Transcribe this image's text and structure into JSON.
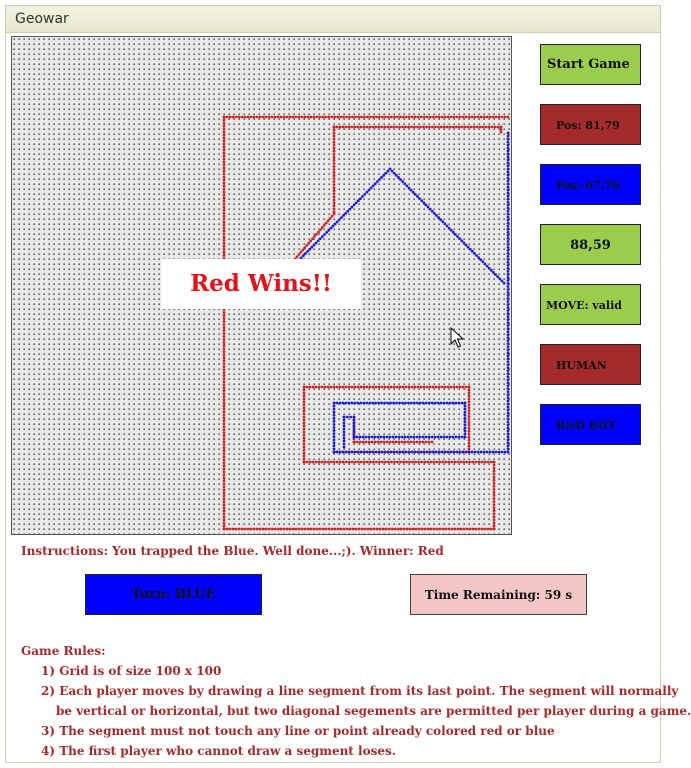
{
  "window": {
    "title": "Geowar"
  },
  "board": {
    "winner_message": "Red Wins!!",
    "colors": {
      "red": "#d21f1f",
      "blue": "#1c1cd8",
      "dot": "#1a1a1a",
      "background": "#e8e8e8"
    }
  },
  "controls": {
    "start_button": "Start Game",
    "red_pos": "Pos: 81,79",
    "blue_pos": "Pos: 67,76",
    "coords": "88,59",
    "move_status": "MOVE: valid",
    "red_player": "HUMAN",
    "blue_player": "RND BOT"
  },
  "instructions": "Instructions: You trapped the Blue. Well done...;). Winner: Red",
  "turn": "Turn: BLUE",
  "time_remaining": "Time Remaining: 59 s",
  "rules": {
    "title": "Game Rules:",
    "items": [
      "1) Grid is of size 100 x 100",
      "2) Each player moves by drawing a line segment from its last point. The segment will normally",
      "be vertical or horizontal, but two diagonal segements are permitted per player during a game.",
      "3) The segment must not touch any line or point already colored red or blue",
      "4) The first player who cannot draw a segment loses."
    ]
  }
}
